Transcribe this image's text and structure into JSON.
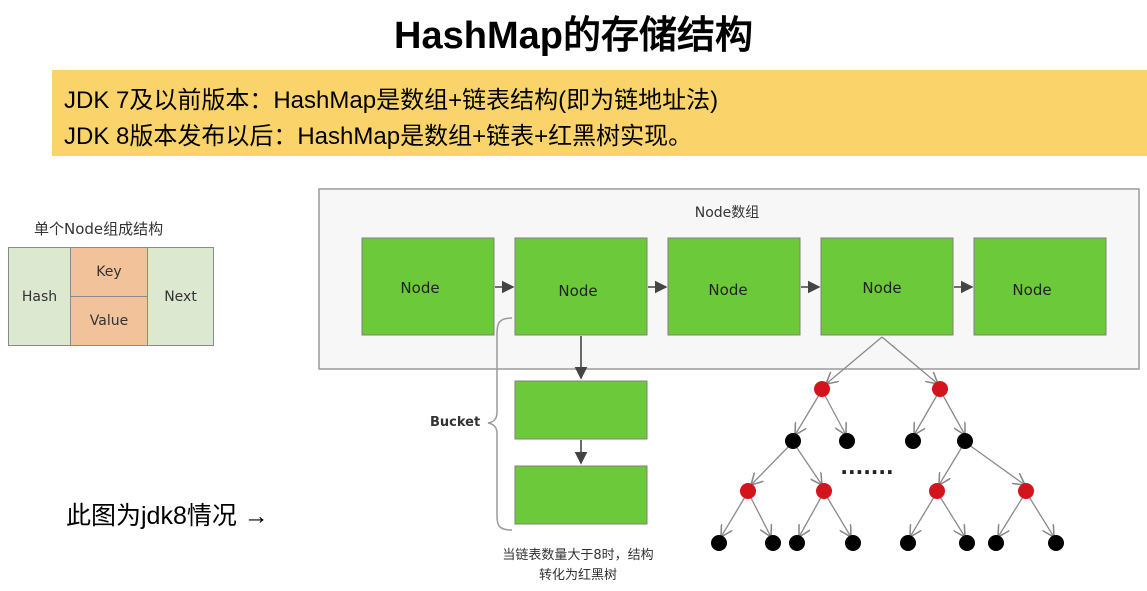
{
  "title": "HashMap的存储结构",
  "banner": {
    "line1": "JDK 7及以前版本：HashMap是数组+链表结构(即为链地址法)",
    "line2": "JDK 8版本发布以后：HashMap是数组+链表+红黑树实现。"
  },
  "node_struct": {
    "title": "单个Node组成结构",
    "hash": "Hash",
    "key": "Key",
    "value": "Value",
    "next": "Next"
  },
  "array": {
    "label": "Node数组",
    "nodes": [
      "Node",
      "Node",
      "Node",
      "Node",
      "Node"
    ]
  },
  "bucket_label": "Bucket",
  "bucket_note": [
    "当链表数量大于8时，结构",
    "转化为红黑树"
  ],
  "ellipsis": "·······",
  "note": "此图为jdk8情况 →",
  "colors": {
    "banner": "#fad46a",
    "node_green": "#6cc93a",
    "red_node": "#d4141c",
    "black_node": "#000000"
  }
}
